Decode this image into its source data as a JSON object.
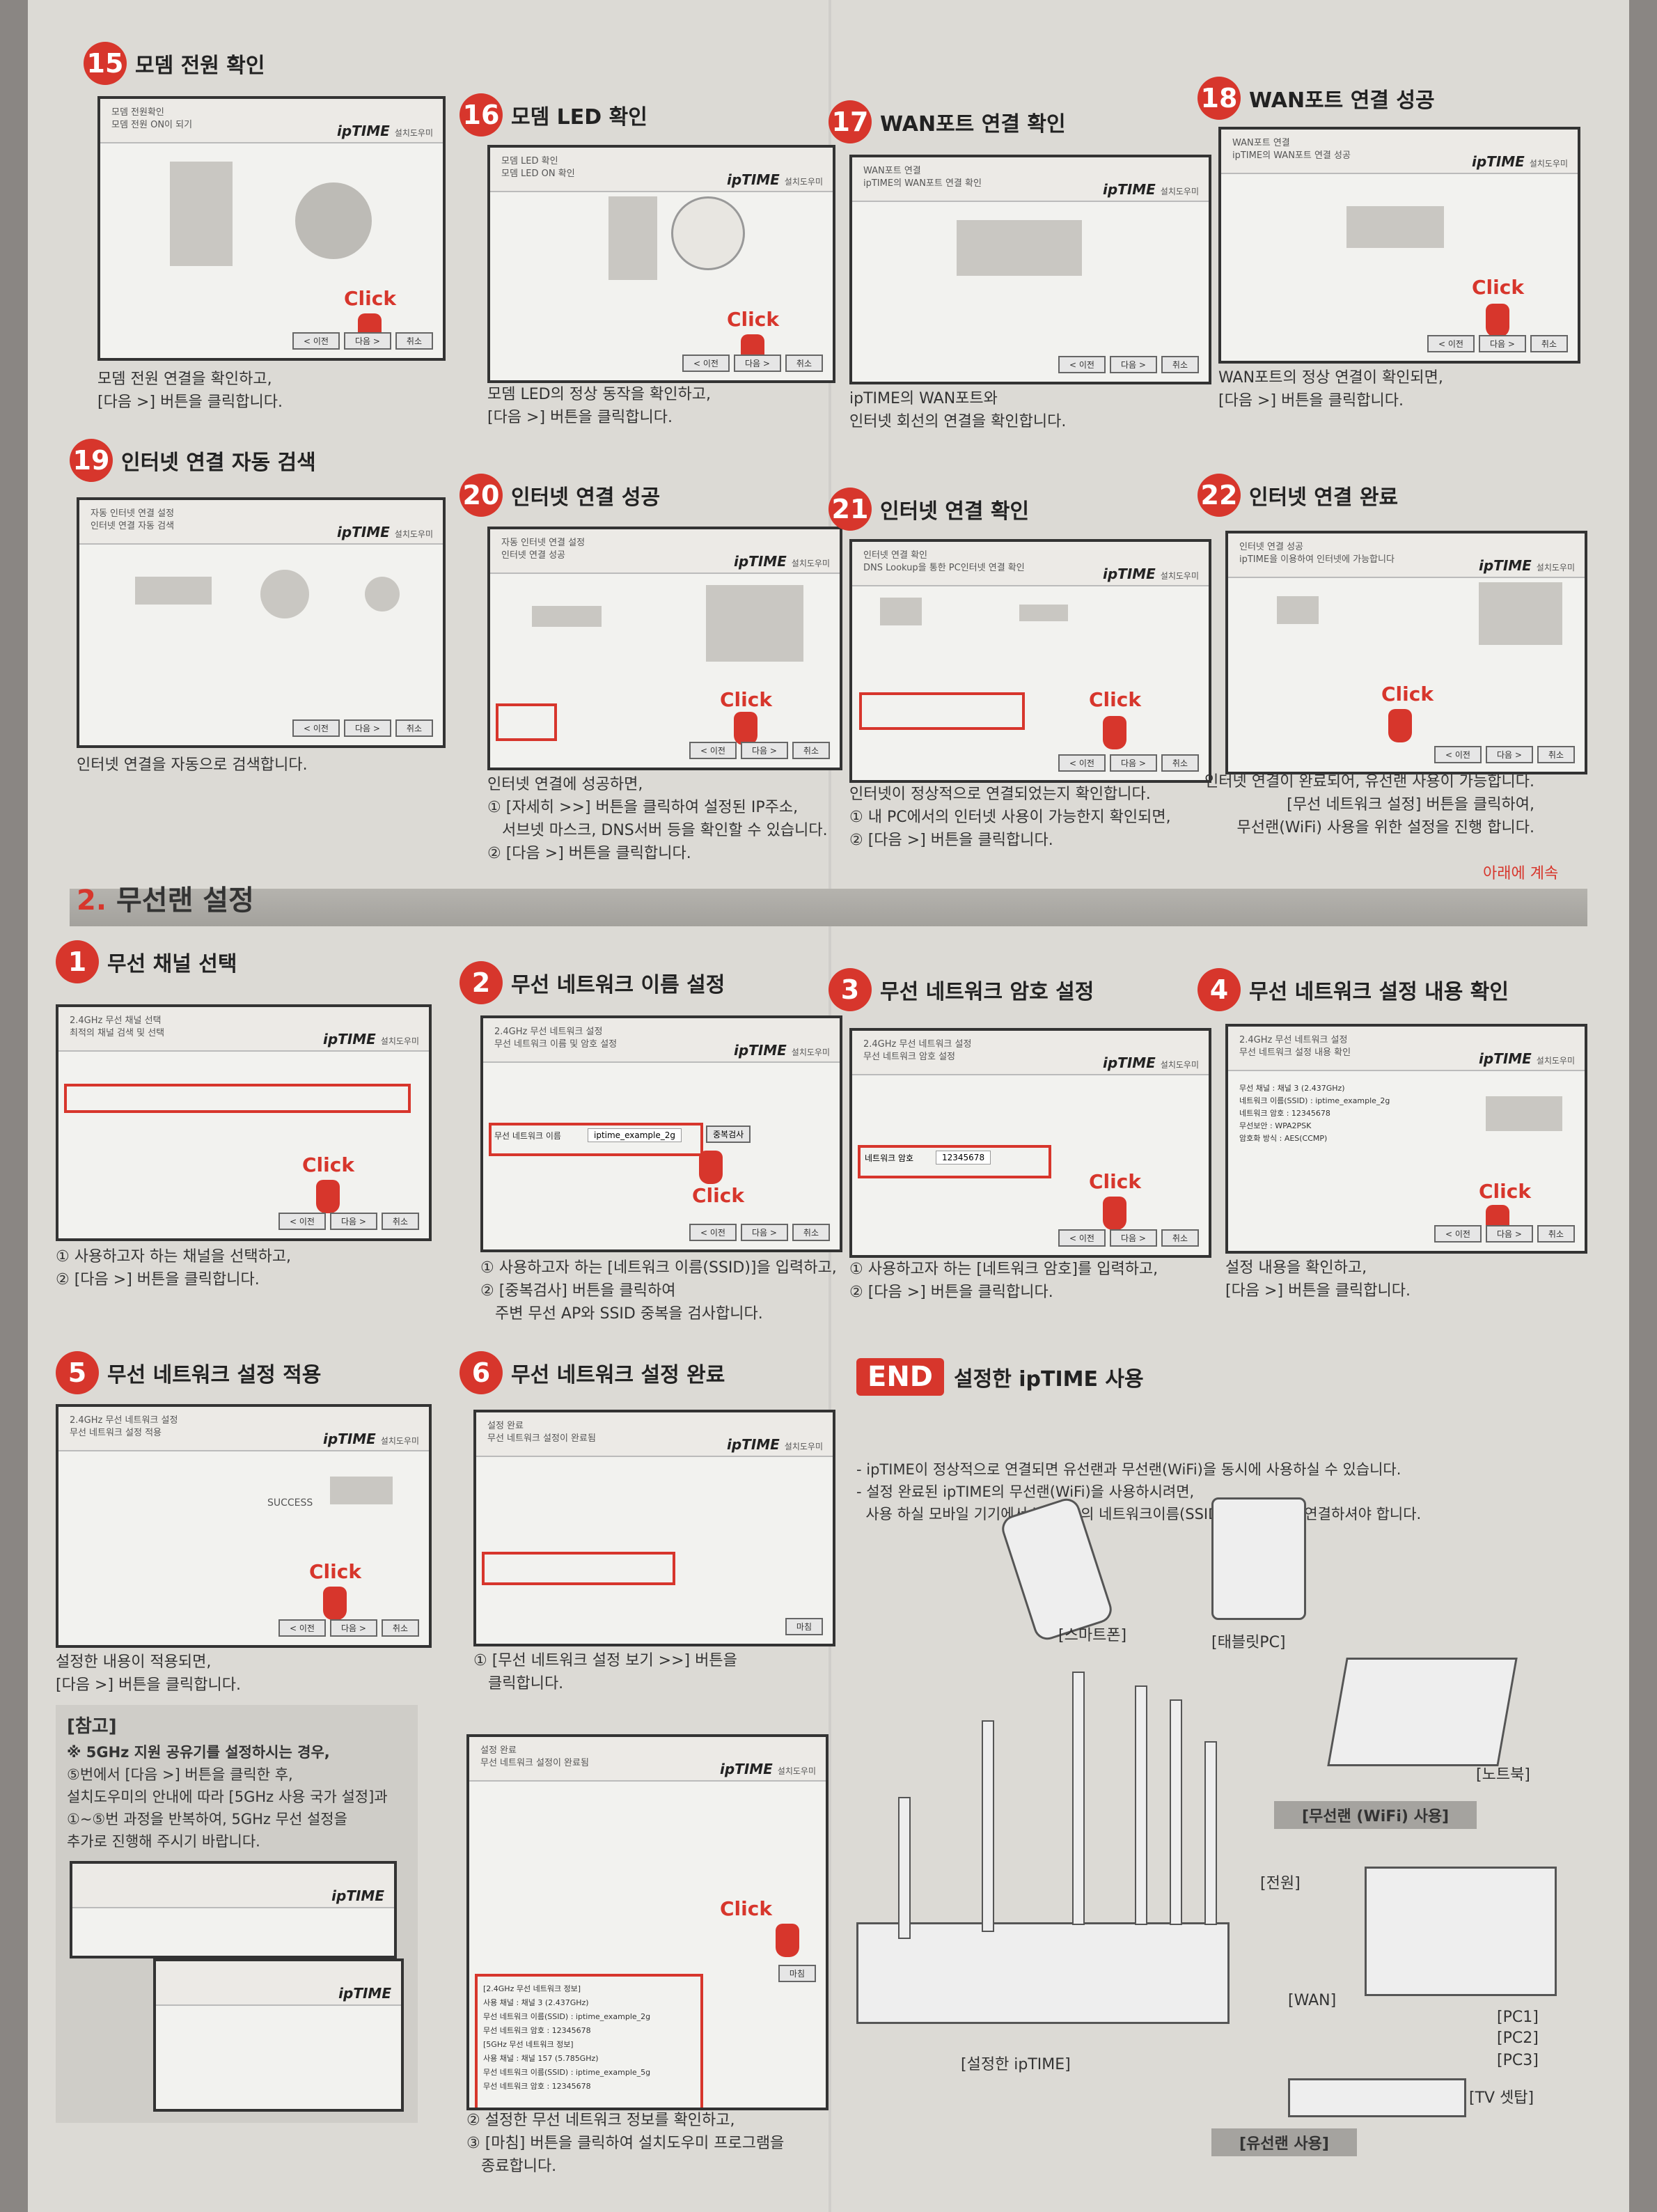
{
  "brand": "ipTIME",
  "brand_sub": "설치도우미",
  "click": "Click",
  "btn": {
    "prev": "< 이전",
    "next": "다음 >",
    "cancel": "취소",
    "finish": "마침"
  },
  "steps_top": [
    {
      "num": "15",
      "title": "모뎀 전원 확인",
      "t1": "모뎀 전원확인",
      "t2": "모뎀 전원 ON이 되기",
      "desc": "모뎀 전원 연결을 확인하고,\n[다음 >] 버튼을 클릭합니다."
    },
    {
      "num": "16",
      "title": "모뎀 LED 확인",
      "t1": "모뎀 LED 확인",
      "t2": "모뎀 LED ON 확인",
      "desc": "모뎀 LED의 정상 동작을 확인하고,\n[다음 >] 버튼을 클릭합니다."
    },
    {
      "num": "17",
      "title": "WAN포트 연결 확인",
      "t1": "WAN포트 연결",
      "t2": "ipTIME의 WAN포트 연결 확인",
      "desc": "ipTIME의 WAN포트와\n인터넷 회선의 연결을 확인합니다."
    },
    {
      "num": "18",
      "title": "WAN포트 연결 성공",
      "t1": "WAN포트 연결",
      "t2": "ipTIME의 WAN포트 연결 성공",
      "desc": "WAN포트의 정상 연결이 확인되면,\n[다음 >] 버튼을 클릭합니다."
    },
    {
      "num": "19",
      "title": "인터넷 연결 자동 검색",
      "t1": "자동 인터넷 연결 설정",
      "t2": "인터넷 연결 자동 검색",
      "desc": "인터넷 연결을 자동으로 검색합니다."
    },
    {
      "num": "20",
      "title": "인터넷 연결 성공",
      "t1": "자동 인터넷 연결 설정",
      "t2": "인터넷 연결 성공",
      "desc": "인터넷 연결에 성공하면,\n① [자세히 >>] 버튼을 클릭하여 설정된 IP주소,\n   서브넷 마스크, DNS서버 등을 확인할 수 있습니다.\n② [다음 >] 버튼을 클릭합니다."
    },
    {
      "num": "21",
      "title": "인터넷 연결 확인",
      "t1": "인터넷 연결 확인",
      "t2": "DNS Lookup을 통한 PC인터넷 연결 확인",
      "desc": "인터넷이 정상적으로 연결되었는지 확인합니다.\n① 내 PC에서의 인터넷 사용이 가능한지 확인되면,\n② [다음 >] 버튼을 클릭합니다."
    },
    {
      "num": "22",
      "title": "인터넷 연결 완료",
      "t1": "인터넷 연결 성공",
      "t2": "ipTIME을 이용하여 인터넷에 가능합니다",
      "desc": "인터넷 연결이 완료되어, 유선랜 사용이 가능합니다.\n[무선 네트워크 설정] 버튼을 클릭하여,\n무선랜(WiFi) 사용을 위한 설정을 진행 합니다."
    }
  ],
  "continue_label": "아래에 계속",
  "section": {
    "num": "2.",
    "title": "무선랜 설정"
  },
  "steps_wifi": [
    {
      "num": "1",
      "title": "무선 채널 선택",
      "t1": "2.4GHz 무선 채널 선택",
      "t2": "최적의 채널 검색 및 선택",
      "desc": "① 사용하고자 하는 채널을 선택하고,\n② [다음 >] 버튼을 클릭합니다."
    },
    {
      "num": "2",
      "title": "무선 네트워크 이름 설정",
      "t1": "2.4GHz 무선 네트워크 설정",
      "t2": "무선 네트워크 이름 및 암호 설정",
      "field_label": "무선 네트워크 이름",
      "field_value": "iptime_example_2g",
      "dup_btn": "중복검사",
      "desc": "① 사용하고자 하는 [네트워크 이름(SSID)]을 입력하고,\n② [중복검사] 버튼을 클릭하여\n   주변 무선 AP와 SSID 중복을 검사합니다."
    },
    {
      "num": "3",
      "title": "무선 네트워크 암호 설정",
      "t1": "2.4GHz 무선 네트워크 설정",
      "t2": "무선 네트워크 암호 설정",
      "field_label": "네트워크 암호",
      "field_value": "12345678",
      "desc": "① 사용하고자 하는 [네트워크 암호]를 입력하고,\n② [다음 >] 버튼을 클릭합니다."
    },
    {
      "num": "4",
      "title": "무선 네트워크 설정 내용 확인",
      "t1": "2.4GHz 무선 네트워크 설정",
      "t2": "무선 네트워크 설정 내용 확인",
      "rows": [
        [
          "무선 채널",
          "채널 3 (2.437GHz)"
        ],
        [
          "네트워크 이름(SSID)",
          "iptime_example_2g"
        ],
        [
          "네트워크 암호",
          "12345678"
        ],
        [
          "무선보안",
          "WPA2PSK"
        ],
        [
          "암호화 방식",
          "AES(CCMP)"
        ]
      ],
      "desc": "설정 내용을 확인하고,\n[다음 >] 버튼을 클릭합니다."
    },
    {
      "num": "5",
      "title": "무선 네트워크 설정 적용",
      "t1": "2.4GHz 무선 네트워크 설정",
      "t2": "무선 네트워크 설정 적용",
      "success": "SUCCESS",
      "desc": "설정한 내용이 적용되면,\n[다음 >] 버튼을 클릭합니다."
    },
    {
      "num": "6",
      "title": "무선 네트워크 설정 완료",
      "t1": "설정 완료",
      "t2": "무선 네트워크 설정이 완료됨",
      "desc": "① [무선 네트워크 설정 보기 >>] 버튼을\n   클릭합니다."
    }
  ],
  "note": {
    "title": "[참고]",
    "lines": [
      "※ 5GHz 지원 공유기를 설정하시는 경우,",
      "⑤번에서 [다음 >] 버튼을 클릭한 후,",
      "설치도우미의 안내에 따라 [5GHz 사용 국가 설정]과",
      "①~⑤번 과정을 반복하여, 5GHz 무선 설정을",
      "추가로 진행해 주시기 바랍니다."
    ]
  },
  "step6b": {
    "t1": "설정 완료",
    "t2": "무선 네트워크 설정이 완료됨",
    "desc": "② 설정한 무선 네트워크 정보를 확인하고,\n③ [마침] 버튼을 클릭하여 설치도우미 프로그램을\n   종료합니다.",
    "info": [
      "[2.4GHz 무선 네트워크 정보]",
      "사용 채널 : 채널 3 (2.437GHz)",
      "무선 네트워크 이름(SSID) : iptime_example_2g",
      "무선 네트워크 암호 : 12345678",
      "[5GHz 무선 네트워크 정보]",
      "사용 채널 : 채널 157 (5.785GHz)",
      "무선 네트워크 이름(SSID) : iptime_example_5g",
      "무선 네트워크 암호 : 12345678"
    ]
  },
  "end": {
    "badge": "END",
    "title": "설정한 ipTIME 사용",
    "lines": [
      "- ipTIME이 정상적으로 연결되면 유선랜과 무선랜(WiFi)을 동시에 사용하실 수 있습니다.",
      "- 설정 완료된 ipTIME의 무선랜(WiFi)을 사용하시려면,",
      "  사용 하실 모바일 기기에서 ipTIME의 네트워크이름(SSID)으로 WiFi를 연결하셔야 합니다."
    ]
  },
  "devices": {
    "smartphone": "[스마트폰]",
    "tablet": "[태블릿PC]",
    "notebook": "[노트북]",
    "wifi_use": "[무선랜 (WiFi) 사용]",
    "power": "[전원]",
    "wan": "[WAN]",
    "pc1": "[PC1]",
    "pc2": "[PC2]",
    "pc3": "[PC3]",
    "tv": "[TV 셋탑]",
    "router": "[설정한 ipTIME]",
    "wired_use": "[유선랜 사용]"
  },
  "colors": {
    "accent": "#d7362c",
    "paper": "#dcdad5"
  }
}
